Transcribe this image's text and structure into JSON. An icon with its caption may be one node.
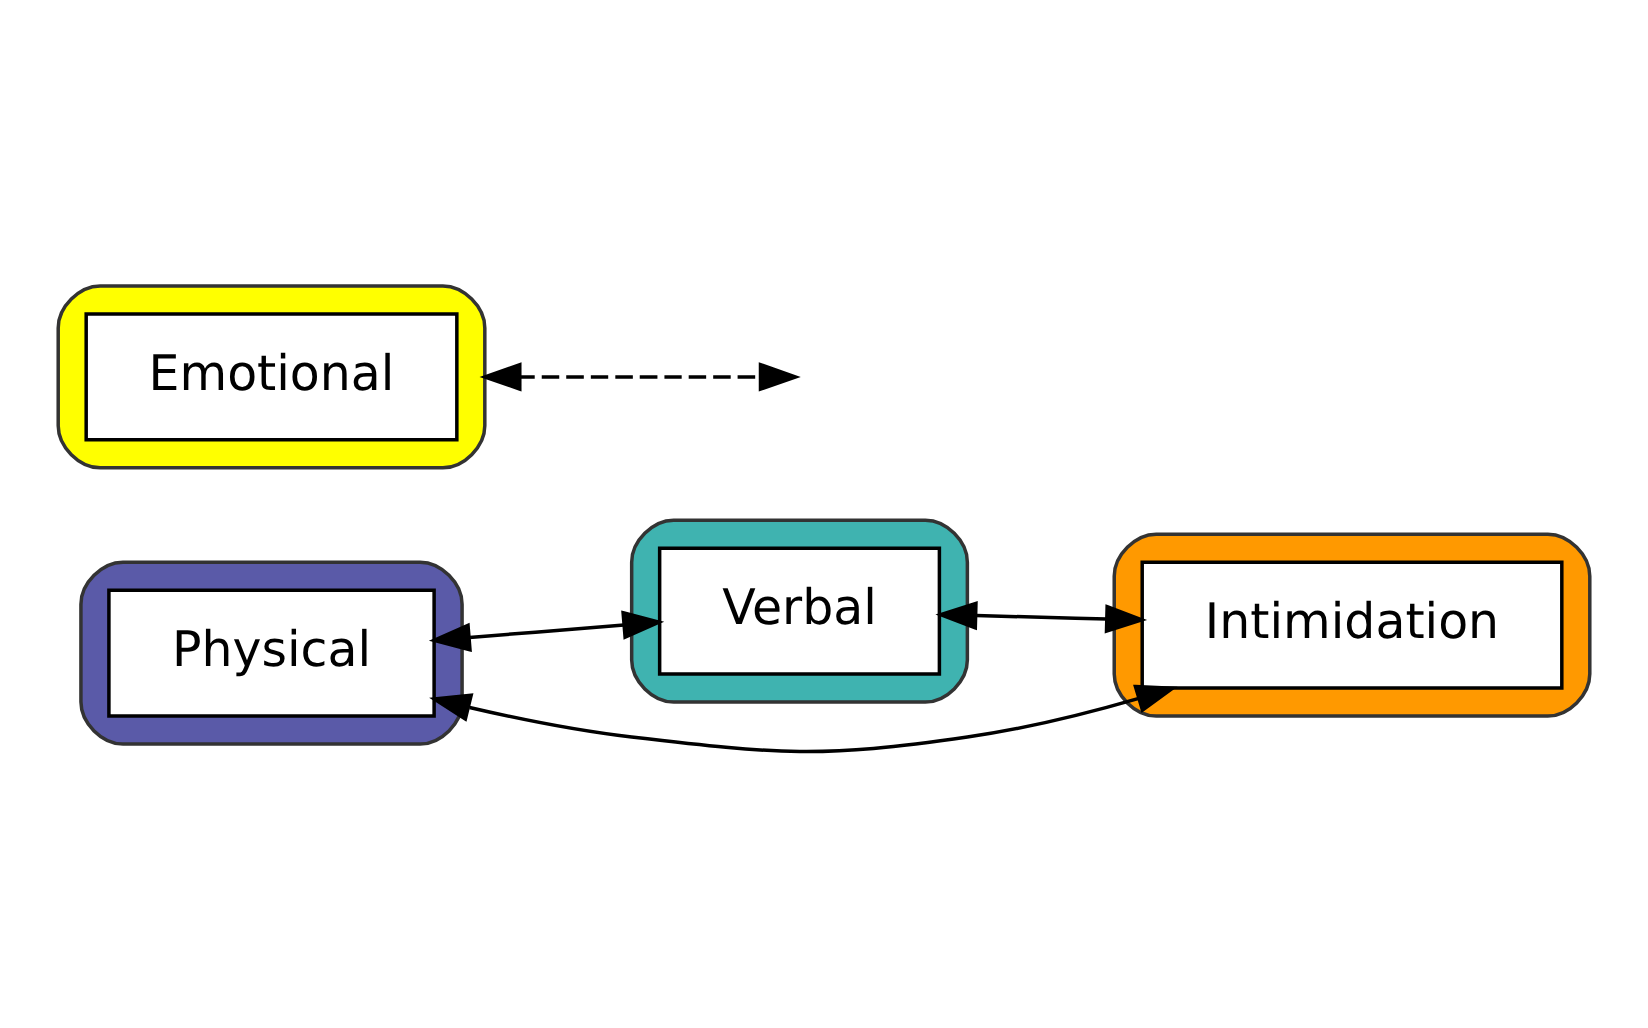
{
  "diagram": {
    "nodes": [
      {
        "text": [],
        "shape": "ellipse"
      },
      {
        "text": [
          "Physical"
        ],
        "in": 0
      },
      {
        "text": [],
        "shape": "ellipse"
      },
      {
        "text": [
          "Verbal"
        ],
        "in": 2
      },
      {
        "text": [],
        "shape": "ellipse"
      },
      {
        "text": [
          "Emotional"
        ],
        "in": 4
      },
      {
        "text": [],
        "shape": "ellipse"
      },
      {
        "text": [
          "Intimidation"
        ],
        "in": 6
      }
    ],
    "edges": [
      {
        "from": 1,
        "to": 3,
        "arrow": "both"
      },
      {
        "from": 3,
        "to": 7,
        "arrow": "both"
      },
      {
        "from": 1,
        "to": 7,
        "arrow": "both"
      },
      {
        "from": 4,
        "to": null,
        "arrow": "both",
        "style": "dashed"
      }
    ]
  }
}
